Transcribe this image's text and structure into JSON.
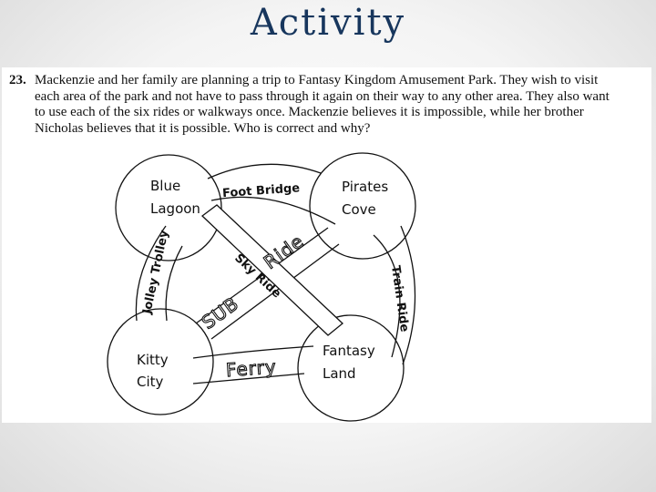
{
  "slide": {
    "title": "Activity"
  },
  "problem": {
    "number": "23.",
    "lines": [
      "Mackenzie and her family are planning a trip to Fantasy Kingdom Amusement Park.  They wish to visit",
      "each area of the park and not have to pass through it again on their way to any other area.  They also want",
      "to use each of the six rides or walkways once.  Mackenzie believes it is impossible, while her brother",
      "Nicholas believes that it is possible.  Who is correct and why?"
    ]
  },
  "diagram": {
    "areas": {
      "blue_lagoon": [
        "Blue",
        "Lagoon"
      ],
      "pirates_cove": [
        "Pirates",
        "Cove"
      ],
      "kitty_city": [
        "Kitty",
        "City"
      ],
      "fantasy_land": [
        "Fantasy",
        "Land"
      ]
    },
    "rides": {
      "foot_bridge": "Foot Bridge",
      "jolley_trolley": "Jolley Trolley",
      "train_ride": "Train Ride",
      "ferry": "Ferry",
      "sub": "SUB",
      "ride": "Ride",
      "sky_ride": "Sky Ride"
    }
  }
}
